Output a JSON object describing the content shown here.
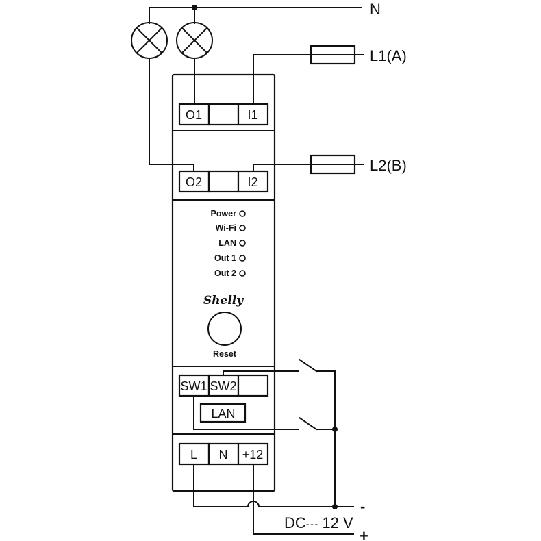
{
  "title": "Shelly Pro 2 wiring diagram",
  "supply_lines": {
    "neutral": "N",
    "line1": "L1(A)",
    "line2": "L2(B)"
  },
  "device": {
    "brand": "Shelly",
    "top_terminals": [
      "O1",
      "",
      "I1"
    ],
    "second_terminals": [
      "O2",
      "",
      "I2"
    ],
    "leds": [
      "Power",
      "Wi-Fi",
      "LAN",
      "Out 1",
      "Out 2"
    ],
    "reset_label": "Reset",
    "switch_terminals": [
      "SW1",
      "SW2",
      ""
    ],
    "lan_port": "LAN",
    "power_terminals": [
      "L",
      "N",
      "+12"
    ]
  },
  "dc_supply": {
    "label": "DC⎓ 12 V",
    "minus": "-",
    "plus": "+"
  },
  "colors": {
    "line": "#111111",
    "background": "#ffffff"
  }
}
